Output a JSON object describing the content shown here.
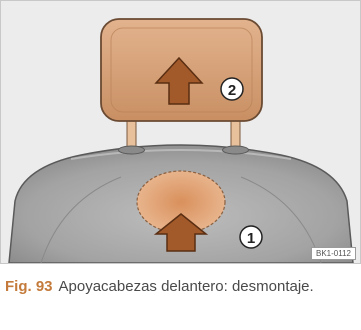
{
  "figure": {
    "step_1": "1",
    "step_2": "2",
    "image_code": "BK1-0112"
  },
  "caption": {
    "label": "Fig. 93",
    "text": "Apoyacabezas delantero: desmontaje."
  },
  "colors": {
    "accent": "#c47a3a",
    "headrest": "#d7a27a",
    "arrow": "#a35a2a",
    "seat": "#9a9a9a"
  }
}
